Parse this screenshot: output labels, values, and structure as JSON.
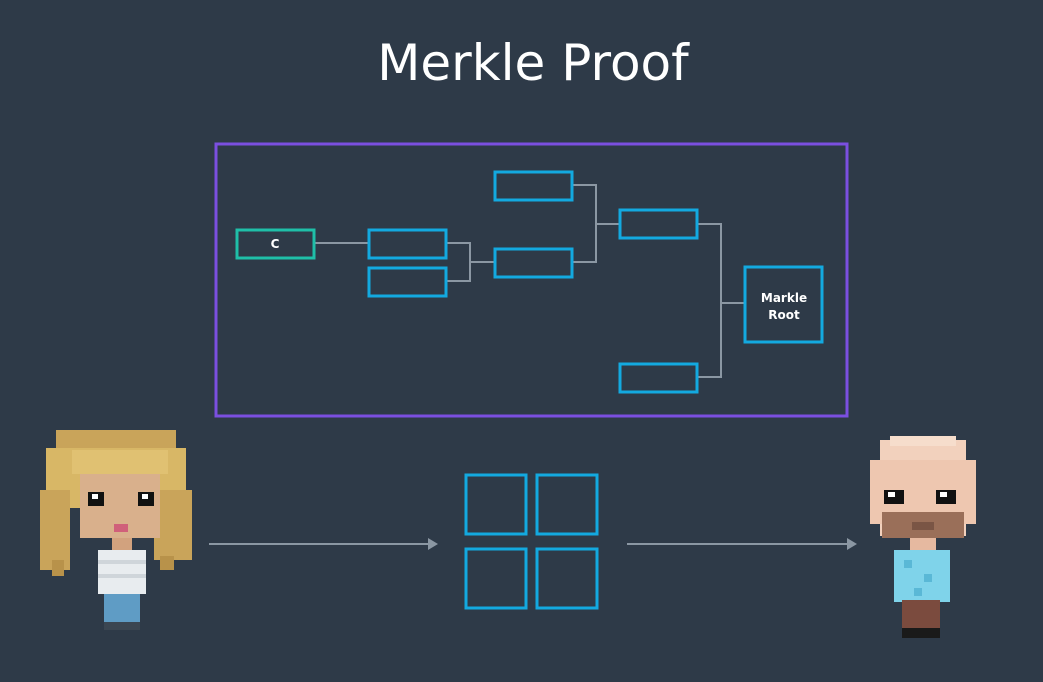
{
  "title": "Merkle Proof",
  "diagram": {
    "leaf_label": "C",
    "root_label_line1": "Markle",
    "root_label_line2": "Root"
  },
  "colors": {
    "background": "#2e3a48",
    "frame": "#7b4fe0",
    "node": "#13a9e0",
    "leaf": "#1fbfa8",
    "connector": "#8b97a3",
    "title": "#ffffff"
  },
  "characters": {
    "sender": "woman-avatar",
    "receiver": "man-avatar"
  }
}
